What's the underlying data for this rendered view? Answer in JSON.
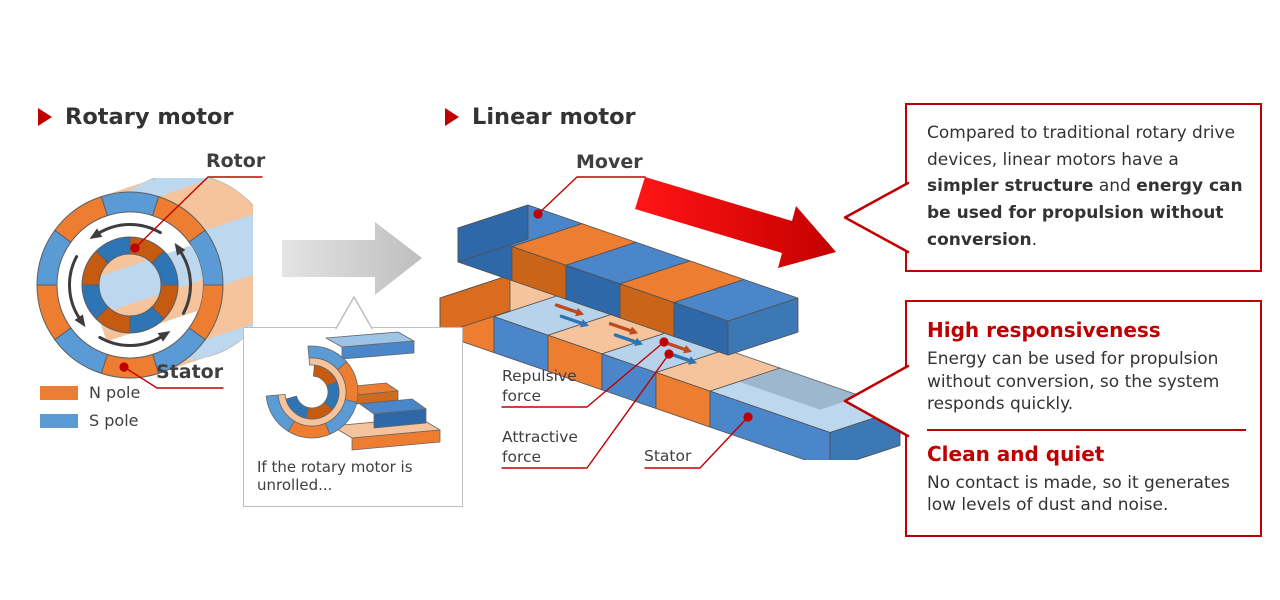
{
  "titles": {
    "rotary": "Rotary motor",
    "linear": "Linear motor"
  },
  "labels": {
    "rotor": "Rotor",
    "rotary_stator": "Stator",
    "mover": "Mover",
    "repulsive_force": "Repulsive force",
    "attractive_force": "Attractive force",
    "linear_stator": "Stator"
  },
  "legend": {
    "n_pole": "N pole",
    "s_pole": "S pole"
  },
  "unroll": {
    "caption": "If the rotary motor is unrolled..."
  },
  "callout_top": {
    "t1": "Compared to traditional rotary drive devices, linear motors have a ",
    "b1": "simpler structure",
    "t2": " and ",
    "b2": "energy can be used for propulsion without conversion",
    "t3": "."
  },
  "callout_bottom": {
    "heading1": "High responsiveness",
    "body1": "Energy can be used for propulsion without conversion, so the system responds quickly.",
    "heading2": "Clean and quiet",
    "body2": "No contact is made, so it generates low levels of dust and noise."
  },
  "colors": {
    "accent": "#C00000",
    "n_pole": "#ED7D31",
    "s_pole": "#5B9BD5",
    "n_pole_light": "#F6C49C",
    "s_pole_light": "#B7D3EC",
    "red_arrow_start": "#FF1414",
    "red_arrow_end": "#C30000",
    "gray_arrow_start": "#E4E4E4",
    "gray_arrow_end": "#BEBEBE"
  }
}
